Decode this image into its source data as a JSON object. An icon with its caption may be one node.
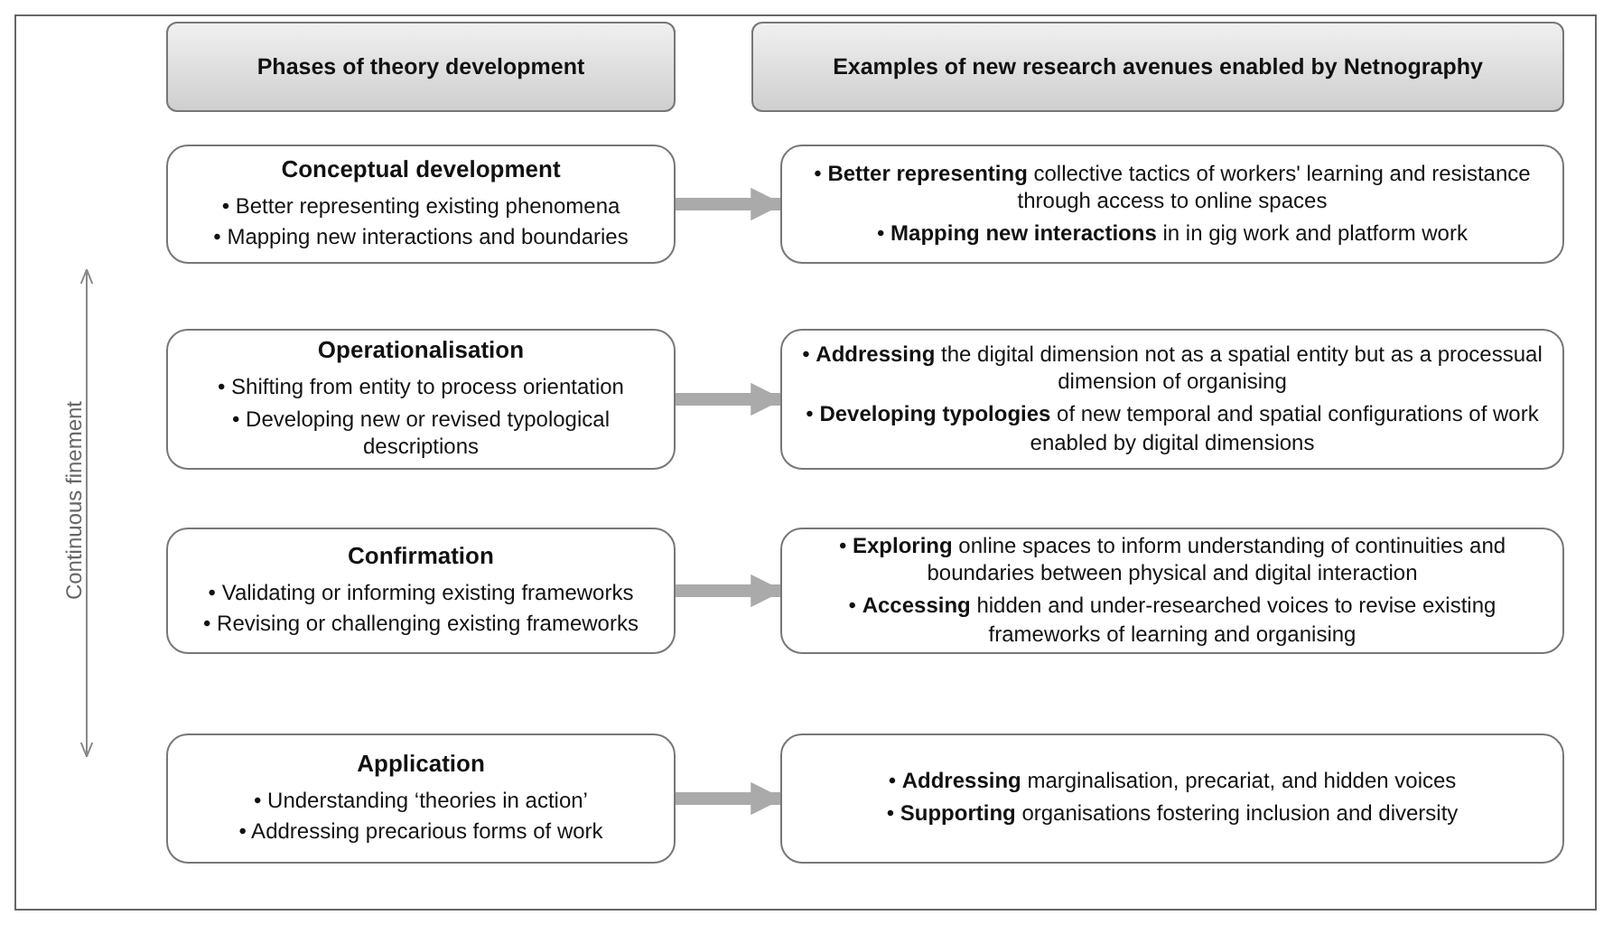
{
  "diagram": {
    "nodes": [
      {
        "text": [
          "Phases of theory development"
        ]
      },
      {
        "text": [
          "Examples of new research avenues enabled by Netnography"
        ]
      },
      {
        "text": [
          "Conceptual development",
          "• Better representing existing phenomena",
          "• Mapping new interactions and boundaries"
        ]
      },
      {
        "text": [
          "• **Better representing** collective tactics of workers' learning and resistance through access to online spaces",
          "• **Mapping new interactions** in in gig work and platform work"
        ]
      },
      {
        "text": [
          "Operationalisation",
          "• Shifting from entity to process orientation",
          "• Developing new or revised typological descriptions"
        ]
      },
      {
        "text": [
          "• **Addressing** the digital dimension not as a spatial entity but as a processual dimension of organising",
          "• **Developing typologies** of new temporal and spatial configurations of work enabled by digital dimensions"
        ]
      },
      {
        "text": [
          "Confirmation",
          "• Validating or informing existing frameworks",
          "• Revising or challenging existing frameworks"
        ]
      },
      {
        "text": [
          "• **Exploring** online spaces to inform understanding of continuities and boundaries between physical and digital interaction",
          "• **Accessing** hidden and under-researched voices to revise existing frameworks of learning and organising"
        ]
      },
      {
        "text": [
          "Application",
          "• Understanding ‘theories in action’",
          "• Addressing precarious forms of work"
        ]
      },
      {
        "text": [
          "• **Addressing** marginalisation, precariat, and hidden voices",
          "• **Supporting** organisations fostering inclusion and diversity"
        ]
      }
    ],
    "edges": [
      {
        "from": 2,
        "to": 3,
        "arrow": "to"
      },
      {
        "from": 4,
        "to": 5,
        "arrow": "to"
      },
      {
        "from": 6,
        "to": 7,
        "arrow": "to"
      },
      {
        "from": 8,
        "to": 9,
        "arrow": "to"
      }
    ],
    "labels": [
      "Continuous finement"
    ]
  }
}
